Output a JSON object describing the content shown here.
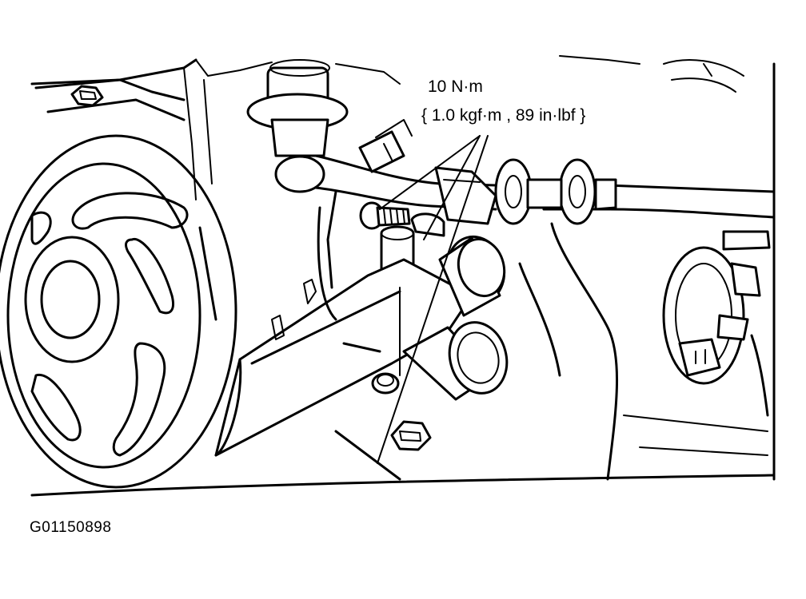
{
  "callout": {
    "torque_nm": "10 N·m",
    "torque_alt": "{ 1.0 kgf·m , 89 in·lbf }"
  },
  "figure_id": "G01150898",
  "colors": {
    "ink": "#000000",
    "paper": "#ffffff"
  },
  "icons": {
    "leader": "arrowless-leader-lines"
  }
}
